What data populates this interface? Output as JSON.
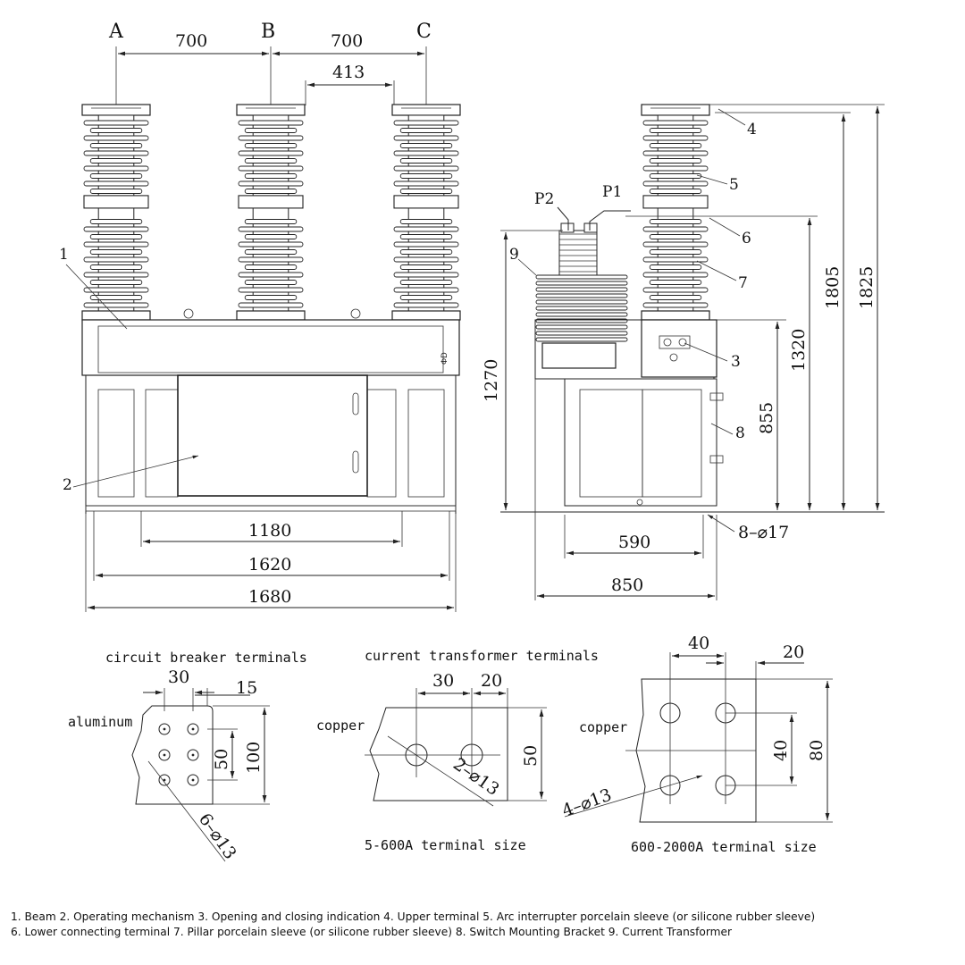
{
  "phases": [
    "A",
    "B",
    "C"
  ],
  "top_dims": {
    "ab": "700",
    "bc": "700",
    "gap": "413"
  },
  "bottom_dims": {
    "d1180": "1180",
    "d1620": "1620",
    "d1680": "1680"
  },
  "side_dims": {
    "h1270": "1270",
    "h1320": "1320",
    "h855": "855",
    "h1805": "1805",
    "h1825": "1825",
    "w590": "590",
    "w850": "850",
    "holes": "8–⌀17"
  },
  "callouts": [
    "1",
    "2",
    "3",
    "4",
    "5",
    "6",
    "7",
    "8",
    "9"
  ],
  "ports": {
    "p1": "P1",
    "p2": "P2"
  },
  "cb_terminals": {
    "title": "circuit breaker terminals",
    "material": "aluminum",
    "d30": "30",
    "d15": "15",
    "d50": "50",
    "d100": "100",
    "holes": "6–⌀13"
  },
  "ct_terminals": {
    "title": "current transformer terminals",
    "material": "copper",
    "d30": "30",
    "d20": "20",
    "d50": "50",
    "holes": "2–⌀13",
    "caption": "5-600A terminal size"
  },
  "large_terminals": {
    "material": "copper",
    "d40a": "40",
    "d20": "20",
    "d40b": "40",
    "d80": "80",
    "holes": "4–⌀13",
    "caption": "600-2000A terminal size"
  },
  "legend": {
    "line1": "1. Beam 2. Operating mechanism 3. Opening and closing indication 4. Upper terminal 5. Arc interrupter porcelain sleeve (or silicone rubber sleeve)",
    "line2": " 6. Lower connecting terminal 7. Pillar porcelain sleeve (or silicone rubber sleeve) 8. Switch Mounting Bracket 9. Current Transformer"
  }
}
